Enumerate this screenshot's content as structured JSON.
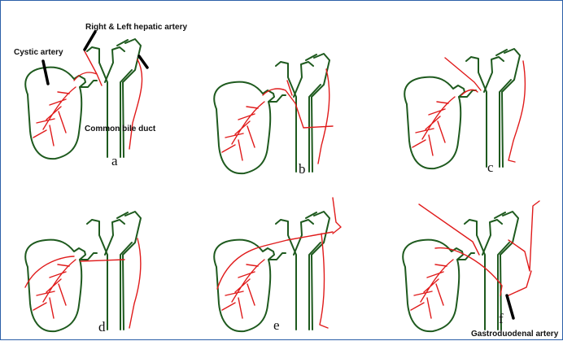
{
  "labels": {
    "hepatic": "Right & Left hepatic artery",
    "cystic": "Cystic artery",
    "cbd": "Common bile duct",
    "gda": "Gastroduodenal artery"
  },
  "panels": [
    {
      "letter": "a"
    },
    {
      "letter": "b"
    },
    {
      "letter": "c"
    },
    {
      "letter": "d"
    },
    {
      "letter": "e"
    },
    {
      "letter": "f"
    }
  ],
  "colors": {
    "duct": "#1e5a1e",
    "artery": "#e01b1b",
    "border": "#2b5fa8"
  }
}
